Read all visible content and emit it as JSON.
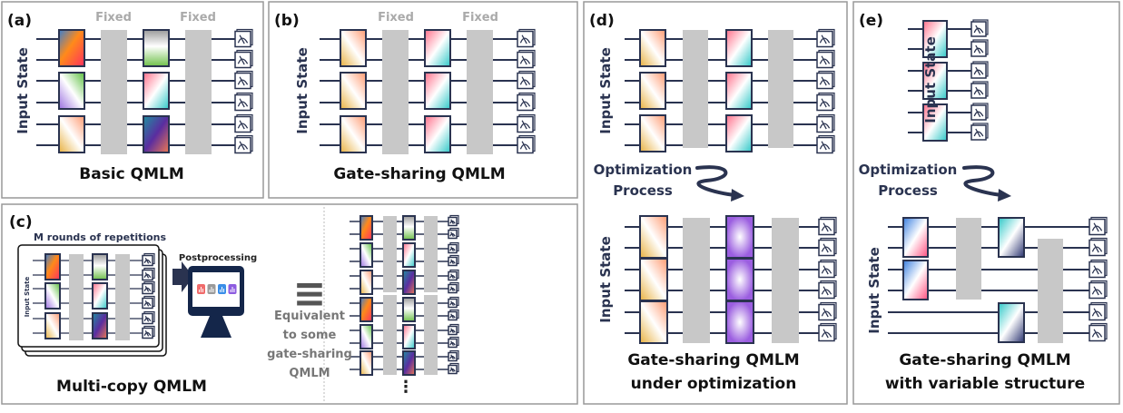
{
  "panels": {
    "a": {
      "label": "(a)",
      "title": "Basic QMLM",
      "fixed": [
        "Fixed",
        "Fixed"
      ],
      "input": "Input State"
    },
    "b": {
      "label": "(b)",
      "title": "Gate-sharing QMLM",
      "fixed": [
        "Fixed",
        "Fixed"
      ],
      "input": "Input State"
    },
    "c": {
      "label": "(c)",
      "title": "Multi-copy QMLM",
      "repetitions": "M rounds of repetitions",
      "postprocessing": "Postprocessing",
      "input": "Input State",
      "equivalent": [
        "Equivalent",
        "to some",
        "gate-sharing",
        "QMLM"
      ],
      "equiv_symbol": "≡",
      "ellipsis": "⋮"
    },
    "d": {
      "label": "(d)",
      "input_top": "Input State",
      "input_bottom": "Input State",
      "optimization": [
        "Optimization",
        "Process"
      ],
      "title": [
        "Gate-sharing QMLM",
        "under optimization"
      ]
    },
    "e": {
      "label": "(e)",
      "input_top": "Input State",
      "input_bottom": "Input State",
      "optimization": [
        "Optimization",
        "Process"
      ],
      "title": [
        "Gate-sharing QMLM",
        "with variable structure"
      ]
    }
  },
  "colors": {
    "wire": "#2a3350",
    "fixed_block": "#c8c8c8",
    "panel_border": "#999999",
    "monitor": "#14264a",
    "bars": [
      "#f06b6b",
      "#9a9a9a",
      "#3a8ee8",
      "#8d5ce0"
    ]
  }
}
